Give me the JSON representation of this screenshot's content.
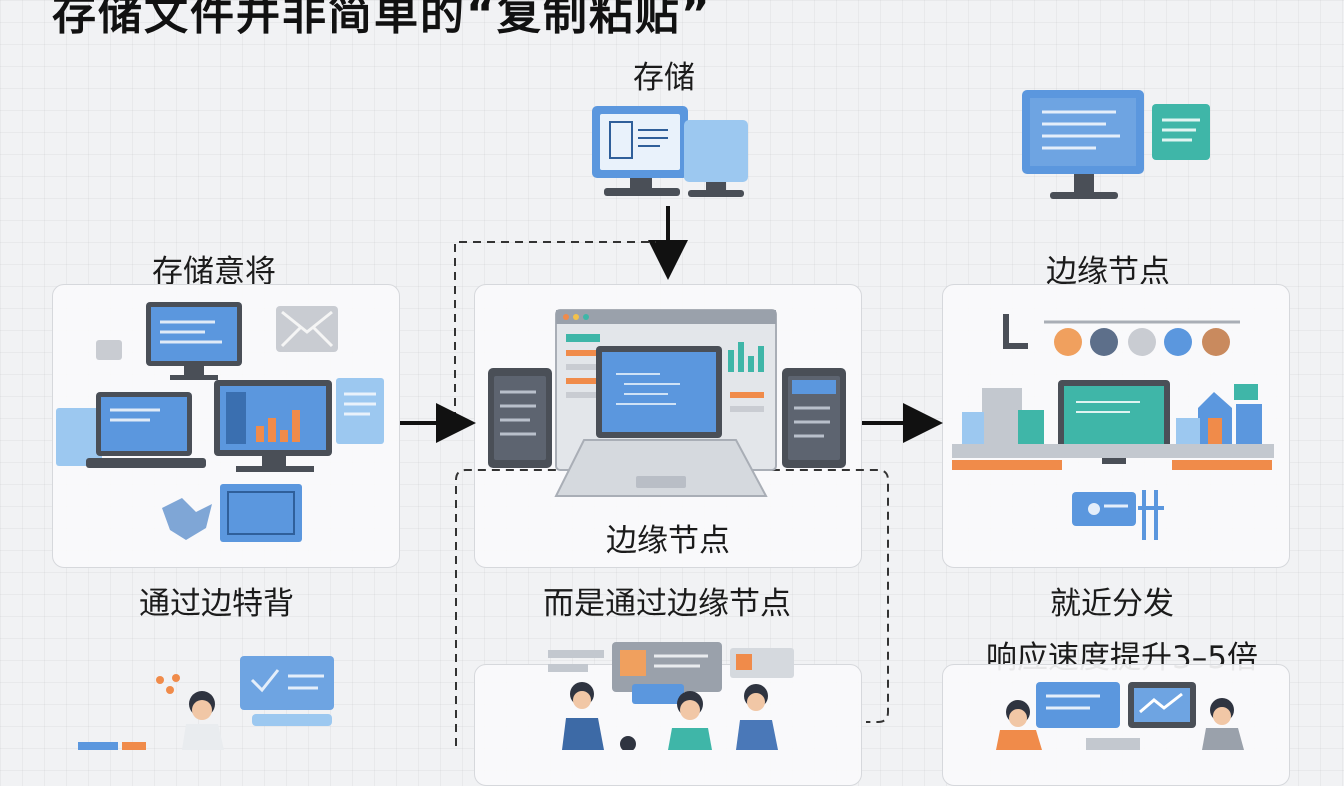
{
  "title": "存储文件并非简单的“复制粘贴”",
  "labels": {
    "top_center": "存储",
    "left_panel": "存储意将",
    "center_panel": "边缘节点",
    "right_panel": "边缘节点",
    "left_bottom": "通过边特背",
    "center_bottom": "而是通过边缘节点",
    "right_bottom_1": "就近分发",
    "right_bottom_2": "响应速度提升3–5倍"
  },
  "colors": {
    "accent_blue": "#5b97de",
    "light_blue": "#9cc8f0",
    "teal": "#3fb6a8",
    "orange": "#f08b4a",
    "dark_gray": "#4a4f57",
    "arrow": "#111111"
  }
}
